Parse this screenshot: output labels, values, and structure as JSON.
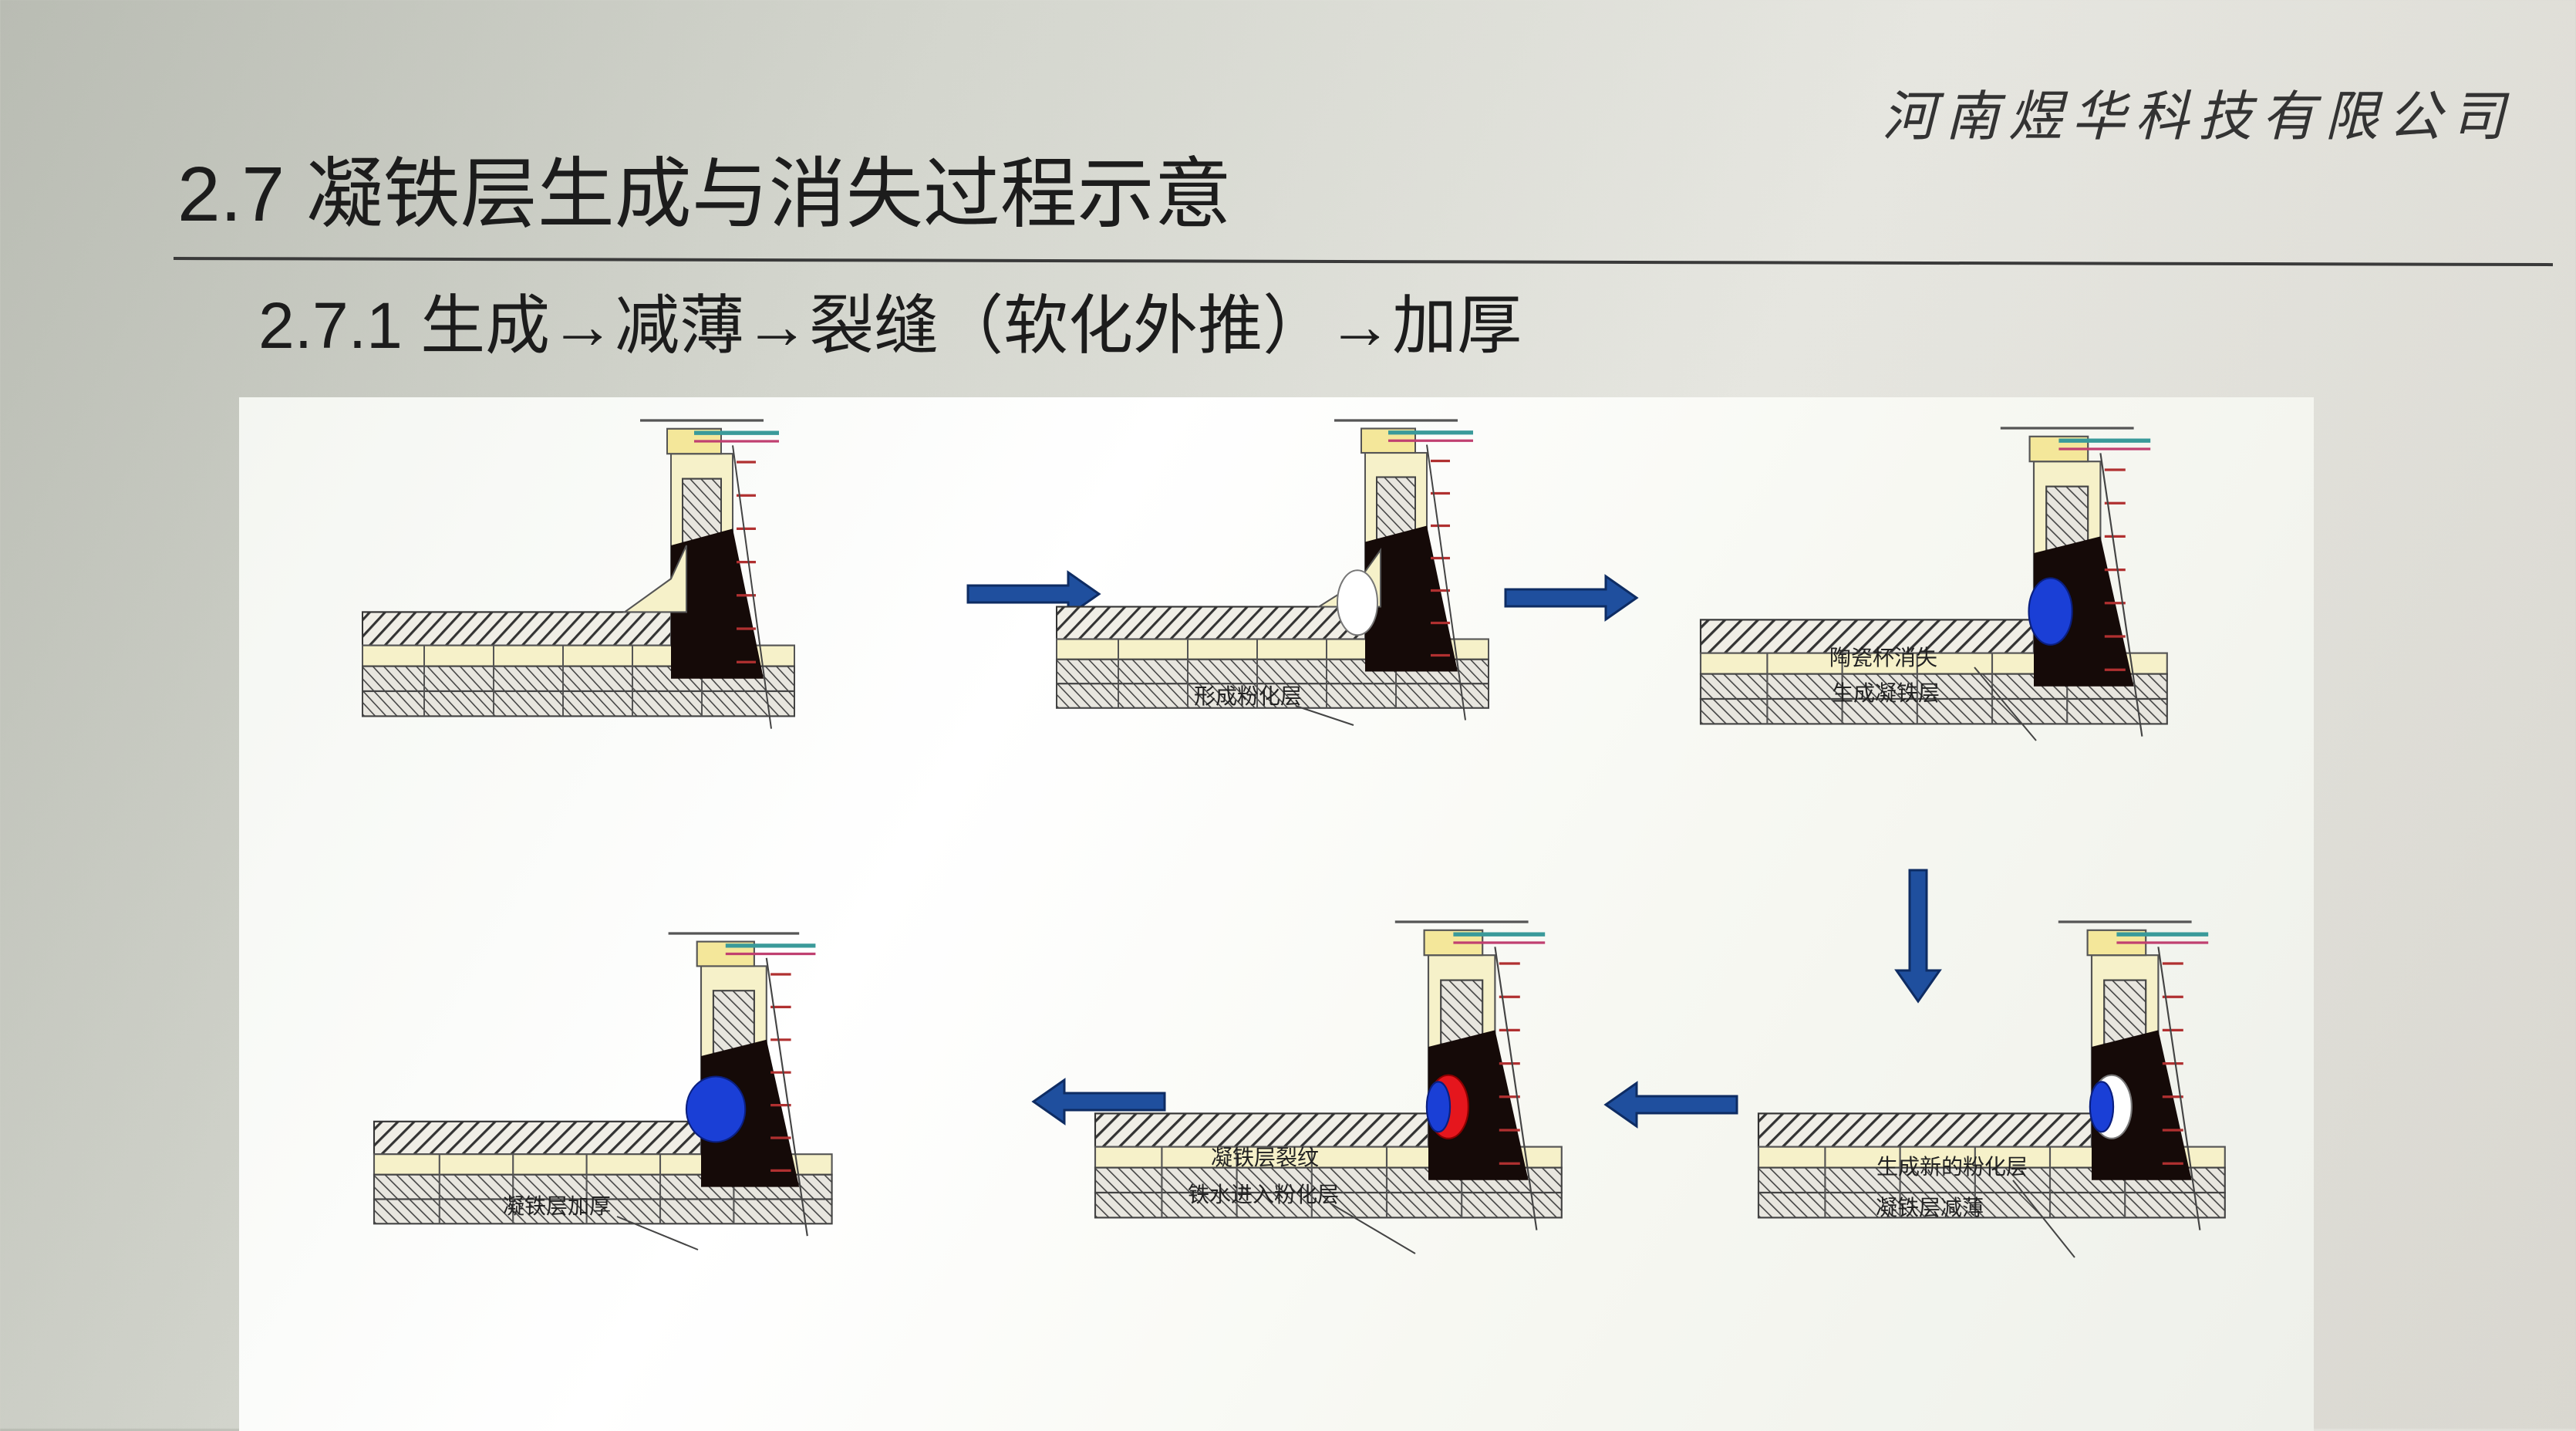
{
  "header": {
    "company": "河南煜华科技有限公司",
    "title": "2.7 凝铁层生成与消失过程示意",
    "subtitle": "2.7.1 生成→减薄→裂缝（软化外推）→加厚"
  },
  "diagram": {
    "stages": [
      {
        "id": "stage1",
        "labels": []
      },
      {
        "id": "stage2",
        "labels": [
          "形成粉化层"
        ]
      },
      {
        "id": "stage3",
        "labels": [
          "陶瓷杯消失",
          "生成凝铁层"
        ]
      },
      {
        "id": "stage4",
        "labels": [
          "生成新的粉化层",
          "凝铁层减薄"
        ]
      },
      {
        "id": "stage5",
        "labels": [
          "凝铁层裂纹",
          "铁水进入粉化层"
        ]
      },
      {
        "id": "stage6",
        "labels": [
          "凝铁层加厚"
        ]
      }
    ],
    "colors": {
      "arrow": "#1f4f9e",
      "brick": "#f2eec4",
      "hot_face": "#150a08",
      "skull": "#1a3fd6",
      "crack": "#e5161d",
      "powder": "#ffffff"
    }
  }
}
